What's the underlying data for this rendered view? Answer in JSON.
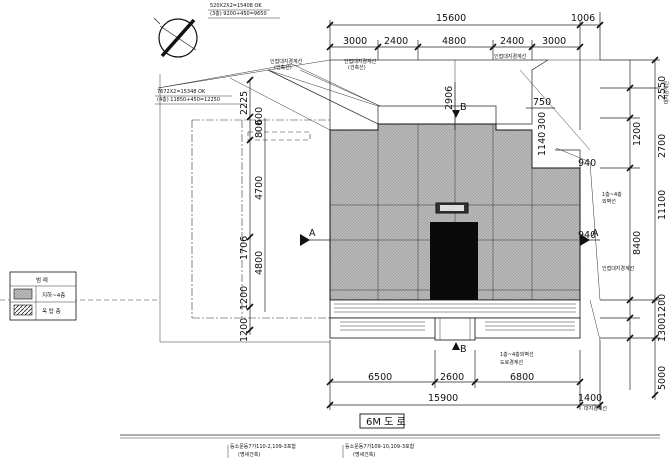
{
  "top": {
    "area_label": "520X2X2=15408 OK",
    "area_calc": "(3층) 9200+450=9650",
    "dims_outer": [
      "15600",
      "1006"
    ],
    "dims_inner": [
      "3000",
      "2400",
      "4800",
      "2400",
      "3000"
    ]
  },
  "left_note": {
    "calc1": "7672X2=15348 OK",
    "calc2": "(4층) 11850+450=12250"
  },
  "mid_dims": [
    "2906",
    "750",
    "300"
  ],
  "left_dims": [
    "2225",
    "800",
    "4700",
    "4800",
    "1200",
    "1200"
  ],
  "left_inner_dims": [
    "1706",
    "600"
  ],
  "right_dims": [
    "2550",
    "1200",
    "2700",
    "11100",
    "8400",
    "1200",
    "1300",
    "5000"
  ],
  "right_inner_dims": [
    "1140",
    "940",
    "940"
  ],
  "right_top_label": "대지경계선",
  "bottom_dims": {
    "row1": [
      "6500",
      "2600",
      "6800"
    ],
    "row2": [
      "15900",
      "1400"
    ],
    "right_tag": "대지경계선"
  },
  "callouts": {
    "top_left_a": "인접대지경계선",
    "top_left_b": "(건축선)",
    "top_mid_a": "인접대지경계선",
    "top_mid_b": "(건축선)",
    "top_right": "인접대지경계선",
    "right_a": "1층~4층",
    "right_b": "외벽선",
    "right_c": "인접대지경계선",
    "bottom_a": "1층~4층외벽선",
    "bottom_b": "도로경계선"
  },
  "section_markers": [
    "A",
    "A",
    "B",
    "B"
  ],
  "legend": {
    "title": "범 례",
    "row1": "지하~4층",
    "row2": "옥 탑 층"
  },
  "road": "6M 도 로",
  "lot_labels": {
    "a1": "등소문동7가110-2,109-3포함",
    "a2": "(명세건축)",
    "b1": "등소문동7가109-10,109-3포함",
    "b2": "(명세건축)"
  }
}
